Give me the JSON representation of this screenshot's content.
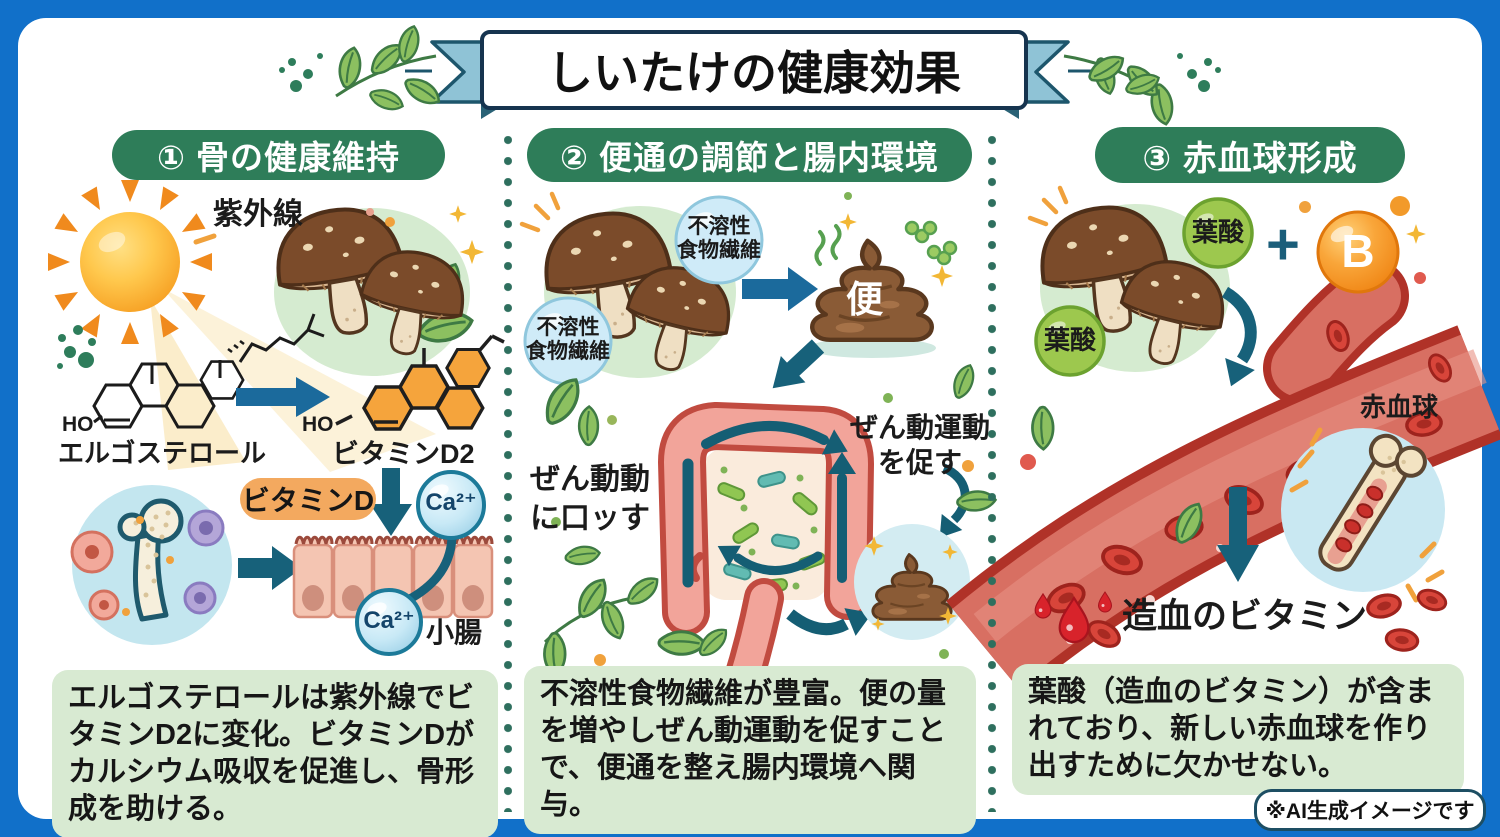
{
  "title": "しいたけの健康効果",
  "footer": {
    "disclaimer": "※AI生成イメージです"
  },
  "columns": {
    "bone": {
      "header": "① 骨の健康維持",
      "uv_label": "紫外線",
      "ho_label": "HO",
      "ergosterol_label": "エルゴステロール",
      "vitamin_d2_label": "ビタミンD2",
      "vitamin_d_badge": "ビタミンD",
      "calcium_label": "Ca²⁺",
      "small_intestine_label": "小腸",
      "description": "エルゴステロールは紫外線でビタミンD2に変化。ビタミンDがカルシウム吸収を促進し、骨形成を助ける。"
    },
    "gut": {
      "header": "② 便通の調節と腸内環境",
      "fiber_label": "不溶性\n食物繊維",
      "stool_label": "便",
      "peristalsis_note_left": "ぜん動動\nに口ッす",
      "peristalsis_note_right": "ぜん動運動\nを促す",
      "description": "不溶性食物繊維が豊富。便の量を増やしぜん動運動を促すことで、便通を整え腸内環境へ関与。"
    },
    "blood": {
      "header": "③ 赤血球形成",
      "folate_label": "葉酸",
      "plus_sign": "+",
      "vitamin_b_label": "B",
      "red_blood_cell_label": "赤血球",
      "hematopoietic_label": "造血のビタミン",
      "description": "葉酸（造血のビタミン）が含まれており、新しい赤血球を作り出すために欠かせない。"
    }
  },
  "colors": {
    "frame_blue": "#1170C9",
    "header_green": "#2E7D59",
    "desc_box_green": "#D8EAD2",
    "ribbon_blue": "#8FC3D6",
    "ribbon_outline": "#1D566C",
    "arrow_teal": "#17617A",
    "arrow_blue": "#1B6A9C",
    "mushroom_brown": "#7B4B2A",
    "poop_brown": "#8A5B36",
    "vessel_red": "#D86F62",
    "vitamin_b_orange": "#F28A17",
    "folate_green": "#9DC84E",
    "fiber_bubble_blue": "#CFEBF8"
  }
}
